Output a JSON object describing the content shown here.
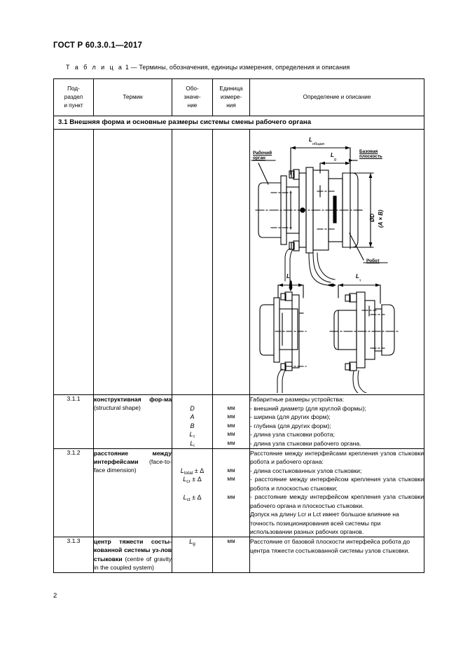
{
  "document": {
    "standard_number": "ГОСТ Р 60.3.0.1—2017",
    "page_number": "2",
    "table_caption_label": "Т а б л и ц а",
    "table_caption_number": "1",
    "table_caption_text": "— Термины, обозначения, единицы измерения, определения и описания"
  },
  "table": {
    "headers": [
      {
        "lines": [
          "Под-",
          "раздел",
          "и пункт"
        ]
      },
      {
        "lines": [
          "Термин"
        ]
      },
      {
        "lines": [
          "Обо-",
          "значе-",
          "ние"
        ]
      },
      {
        "lines": [
          "Единица",
          "измере-",
          "ния"
        ]
      },
      {
        "lines": [
          "Определение и описание"
        ]
      }
    ],
    "section_header": "3.1 Внешняя форма и основные размеры системы смены рабочего органа",
    "rows": [
      {
        "number": "3.1.1",
        "term_bold": "конструктивная  фор-ма",
        "term_rest": "(structural shape)",
        "symbols": [
          "D",
          "A",
          "B",
          "L",
          "L"
        ],
        "symbol_subs": [
          "",
          "",
          "",
          "т",
          "i"
        ],
        "units": [
          "мм",
          "мм",
          "мм",
          "мм",
          "мм"
        ],
        "definition_lines": [
          "Габаритные размеры устройства:",
          "- внешний диаметр (для круглой формы);",
          "- ширина (для других форм);",
          "- глубина (для других форм);",
          "- длина узла стыковки робота;",
          "- длина узла стыковки рабочего органа."
        ]
      },
      {
        "number": "3.1.2",
        "term_bold": "расстояние   между интерфейсами",
        "term_rest": "(face-to-face dimension)",
        "symbols": [
          "L",
          "L",
          "L"
        ],
        "symbol_subs": [
          "total",
          "cr",
          "ct"
        ],
        "symbol_suffix": "± Δ",
        "units": [
          "мм",
          "мм",
          "мм"
        ],
        "definition_lines": [
          "Расстояние между интерфейсами крепления узлов стыковки робота и рабочего органа:",
          "- длина состыкованных узлов стыковки;",
          "- расстояние между интерфейсом крепления узла стыковки робота и плоскостью стыковки;",
          "- расстояние между интерфейсом крепления узла стыковки рабочего органа и плоскостью стыковки.",
          "Допуск на длину Lcr и Lct имеет большое влияние на точность позиционирования всей системы при использовании разных рабочих органов."
        ]
      },
      {
        "number": "3.1.3",
        "term_bold": "центр тяжести состы-кованной системы уз-лов стыковки",
        "term_rest": "(centre of gravity in the coupled system)",
        "symbols": [
          "L"
        ],
        "symbol_subs": [
          "g"
        ],
        "units": [
          "мм"
        ],
        "definition_lines": [
          "Расстояние от базовой плоскости интерфейса робота до центра тяжести состыкованной системы узлов стыковки."
        ]
      }
    ]
  },
  "drawing": {
    "labels": {
      "end_effector": "Рабочий",
      "end_effector2": "орган",
      "base_plane": "Базовая",
      "base_plane2": "плоскость",
      "robot": "Робот",
      "l_total_main": "L",
      "l_total_sub": "общая",
      "l_g_main": "L",
      "l_g_sub": "g",
      "diameter": "ØD",
      "ab": "(A × B)",
      "l_i_main": "L",
      "l_i_sub": "i",
      "l_t_main": "L",
      "l_t_sub": "т"
    }
  }
}
